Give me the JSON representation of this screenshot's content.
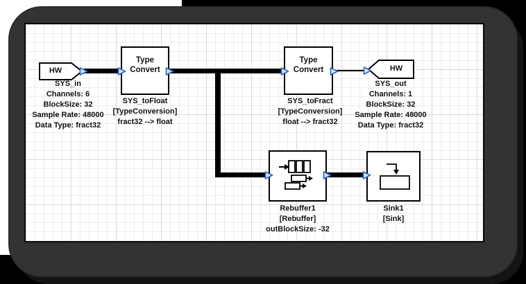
{
  "diagram": {
    "blocks": {
      "sys_in": {
        "port_label": "HW",
        "caption": [
          "SYS_in",
          "Channels: 6",
          "BlockSize: 32",
          "Sample Rate: 48000",
          "Data Type: fract32"
        ]
      },
      "sys_tofloat": {
        "title": [
          "Type",
          "Convert"
        ],
        "caption": [
          "SYS_toFloat",
          "[TypeConversion]",
          "fract32 --> float"
        ]
      },
      "sys_tofract": {
        "title": [
          "Type",
          "Convert"
        ],
        "caption": [
          "SYS_toFract",
          "[TypeConversion]",
          "float --> fract32"
        ]
      },
      "sys_out": {
        "port_label": "HW",
        "caption": [
          "SYS_out",
          "Channels: 1",
          "BlockSize: 32",
          "Sample Rate: 48000",
          "Data Type: fract32"
        ]
      },
      "rebuffer1": {
        "caption": [
          "Rebuffer1",
          "[Rebuffer]",
          "outBlockSize: -32"
        ]
      },
      "sink1": {
        "caption": [
          "Sink1",
          "[Sink]"
        ]
      }
    },
    "colors": {
      "wire": "#000000",
      "block_border": "#000000",
      "block_fill": "#ffffff",
      "port_fill": "#c9ecf9",
      "port_stroke": "#2a5fd9",
      "canvas_bg": "#ffffff",
      "grid_minor": "#ececec",
      "grid_major": "#d9d9d9",
      "frame": "#333333",
      "shadow": "#000000"
    }
  }
}
